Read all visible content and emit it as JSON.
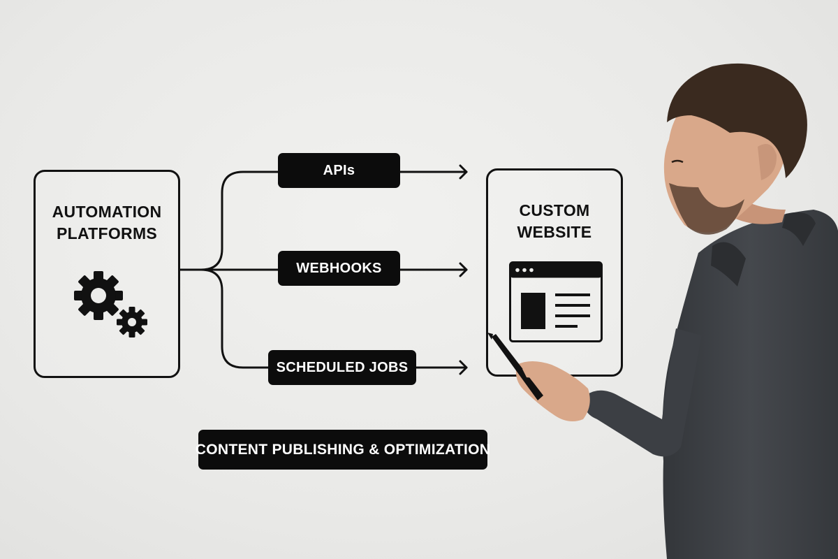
{
  "diagram": {
    "source": {
      "title": "AUTOMATION\nPLATFORMS",
      "icon": "gears-icon"
    },
    "target": {
      "title": "CUSTOM\nWEBSITE",
      "icon": "browser-window-icon"
    },
    "channels": [
      {
        "label": "APIs"
      },
      {
        "label": "WEBHOOKS"
      },
      {
        "label": "SCHEDULED JOBS"
      }
    ],
    "footer": {
      "label": "CONTENT PUBLISHING & OPTIMIZATION"
    }
  },
  "colors": {
    "ink": "#111111",
    "pill_bg": "#0c0c0c",
    "background": "#ececea",
    "shirt": "#3f4247",
    "skin": "#d9a88a",
    "hair": "#3a2a1f"
  },
  "icons": [
    "gears-icon",
    "browser-window-icon",
    "arrow-right-icon",
    "marker-pen-icon"
  ]
}
